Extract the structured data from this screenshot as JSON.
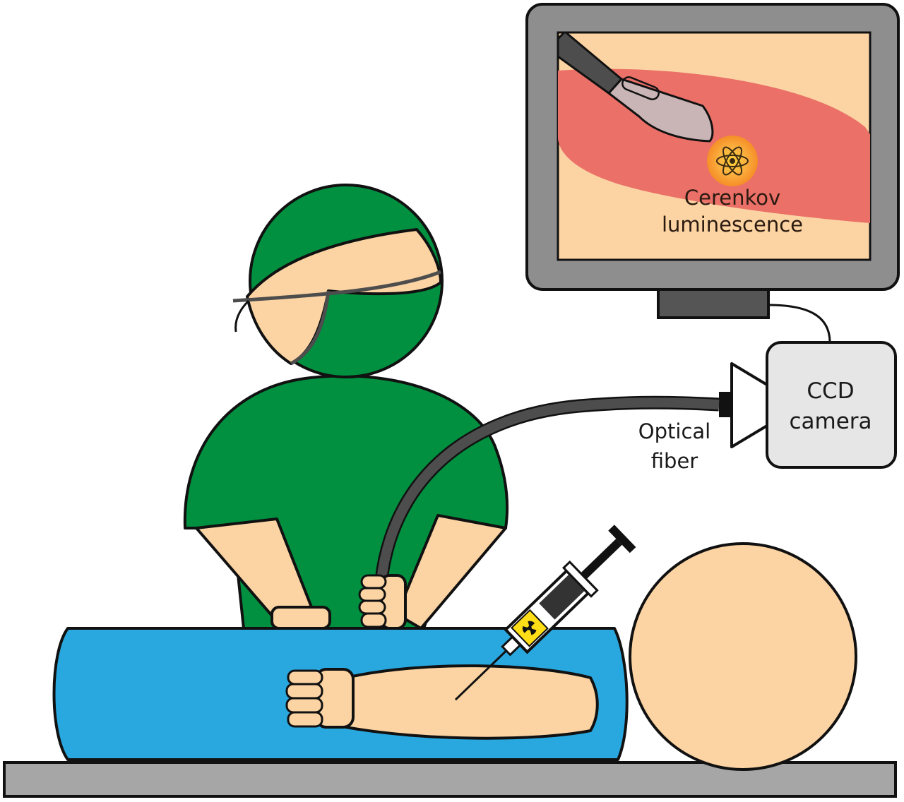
{
  "monitor": {
    "label_line1": "Cerenkov",
    "label_line2": "luminescence"
  },
  "camera": {
    "label_line1": "CCD",
    "label_line2": "camera"
  },
  "fiber": {
    "label_line1": "Optical",
    "label_line2": "fiber"
  },
  "colors": {
    "skin": "#fcd4a3",
    "scrubs": "#00903f",
    "drape": "#29a8e0",
    "tissue": "#ea7068",
    "monitor_frame": "#8e8e8e",
    "fiber": "#4d4d4d",
    "camera_body": "#e6e6e6",
    "table": "#a6a6a6",
    "glow": "#f7a03a"
  },
  "icons": [
    "atom-icon",
    "radiation-icon",
    "scalpel-icon",
    "syringe-icon"
  ]
}
